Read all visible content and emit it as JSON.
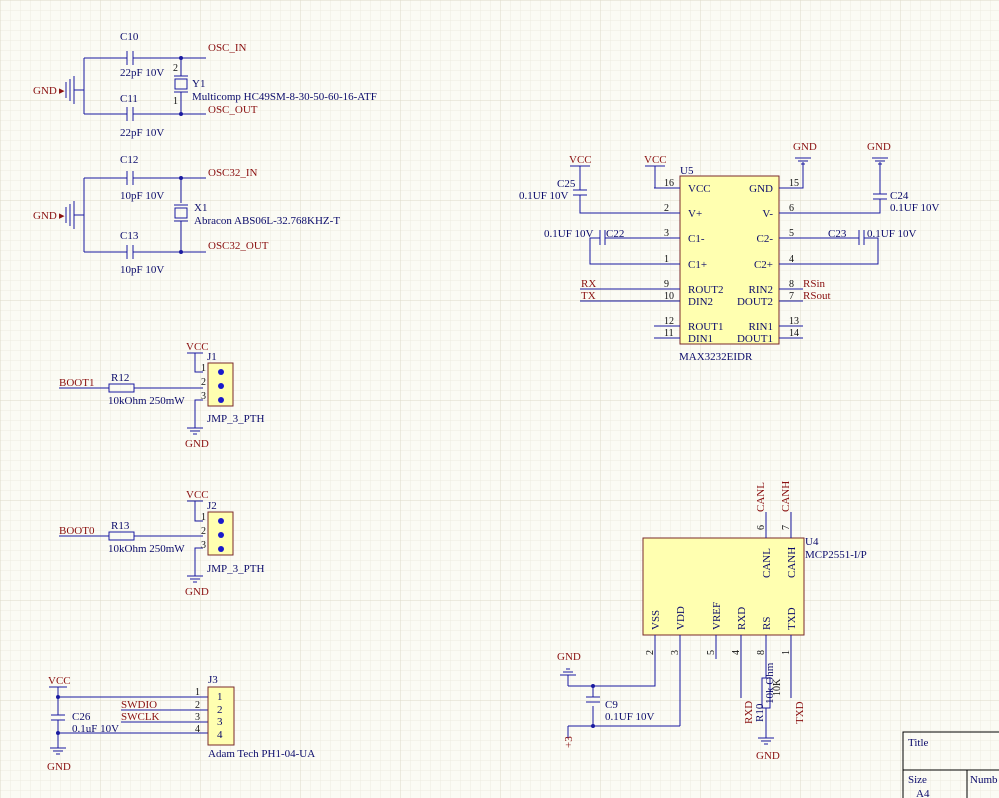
{
  "nets": {
    "osc_in": "OSC_IN",
    "osc_out": "OSC_OUT",
    "osc32_in": "OSC32_IN",
    "osc32_out": "OSC32_OUT",
    "gnd": "GND",
    "vcc": "VCC",
    "boot1": "BOOT1",
    "boot0": "BOOT0",
    "swdio": "SWDIO",
    "swclk": "SWCLK",
    "rx": "RX",
    "tx": "TX",
    "rsin": "RSin",
    "rsout": "RSout",
    "canl": "CANL",
    "canh": "CANH",
    "rxd": "RXD",
    "txd": "TXD",
    "plus3": "+3"
  },
  "components": {
    "c10": {
      "ref": "C10",
      "value": "22pF 10V"
    },
    "c11": {
      "ref": "C11",
      "value": "22pF 10V"
    },
    "y1": {
      "ref": "Y1",
      "value": "Multicomp HC49SM-8-30-50-60-16-ATF",
      "pin1": "1",
      "pin2": "2"
    },
    "c12": {
      "ref": "C12",
      "value": "10pF 10V"
    },
    "c13": {
      "ref": "C13",
      "value": "10pF 10V"
    },
    "x1": {
      "ref": "X1",
      "value": "Abracon ABS06L-32.768KHZ-T"
    },
    "r12": {
      "ref": "R12",
      "value": "10kOhm 250mW"
    },
    "j1": {
      "ref": "J1",
      "value": "JMP_3_PTH",
      "pins": [
        "1",
        "2",
        "3"
      ]
    },
    "r13": {
      "ref": "R13",
      "value": "10kOhm 250mW"
    },
    "j2": {
      "ref": "J2",
      "value": "JMP_3_PTH",
      "pins": [
        "1",
        "2",
        "3"
      ]
    },
    "c26": {
      "ref": "C26",
      "value": "0.1uF 10V"
    },
    "j3": {
      "ref": "J3",
      "value": "Adam Tech PH1-04-UA",
      "pins": [
        "1",
        "2",
        "3",
        "4"
      ]
    },
    "c25": {
      "ref": "C25",
      "value": "0.1UF 10V"
    },
    "c24": {
      "ref": "C24",
      "value": "0.1UF 10V"
    },
    "c22": {
      "ref": "C22",
      "value": "0.1UF 10V"
    },
    "c23": {
      "ref": "C23",
      "value": "0.1UF 10V"
    },
    "u5": {
      "ref": "U5",
      "value": "MAX3232EIDR",
      "left_pins": [
        {
          "num": "16",
          "name": "VCC"
        },
        {
          "num": "2",
          "name": "V+"
        },
        {
          "num": "3",
          "name": "C1-"
        },
        {
          "num": "1",
          "name": "C1+"
        },
        {
          "num": "9",
          "name": "ROUT2"
        },
        {
          "num": "10",
          "name": "DIN2"
        },
        {
          "num": "12",
          "name": "ROUT1"
        },
        {
          "num": "11",
          "name": "DIN1"
        }
      ],
      "right_pins": [
        {
          "num": "15",
          "name": "GND"
        },
        {
          "num": "6",
          "name": "V-"
        },
        {
          "num": "5",
          "name": "C2-"
        },
        {
          "num": "4",
          "name": "C2+"
        },
        {
          "num": "8",
          "name": "RIN2"
        },
        {
          "num": "7",
          "name": "DOUT2"
        },
        {
          "num": "13",
          "name": "RIN1"
        },
        {
          "num": "14",
          "name": "DOUT1"
        }
      ]
    },
    "u4": {
      "ref": "U4",
      "value": "MCP2551-I/P",
      "top_pins": [
        {
          "num": "6",
          "name": "CANL"
        },
        {
          "num": "7",
          "name": "CANH"
        }
      ],
      "bottom_pins": [
        {
          "num": "2",
          "name": "VSS"
        },
        {
          "num": "3",
          "name": "VDD"
        },
        {
          "num": "5",
          "name": "VREF"
        },
        {
          "num": "4",
          "name": "RXD"
        },
        {
          "num": "8",
          "name": "RS"
        },
        {
          "num": "1",
          "name": "TXD"
        }
      ]
    },
    "c9": {
      "ref": "C9",
      "value": "0.1UF 10V"
    },
    "r10": {
      "ref": "R10",
      "value": "10k Ohm",
      "note": "10K"
    }
  },
  "title_block": {
    "title_label": "Title",
    "size_label": "Size",
    "number_label": "Numb",
    "size_value": "A4"
  }
}
